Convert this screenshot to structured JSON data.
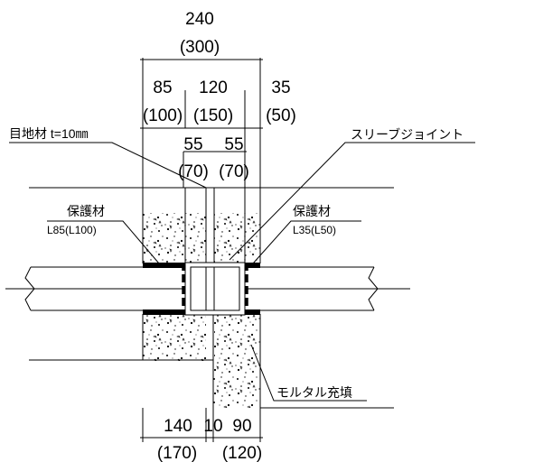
{
  "dimensions": {
    "total": "240",
    "total_alt": "(300)",
    "top_left": "85",
    "top_left_alt": "(100)",
    "top_mid": "120",
    "top_mid_alt": "(150)",
    "top_right": "35",
    "top_right_alt": "(50)",
    "gap_left": "55",
    "gap_left_alt": "(70)",
    "gap_right": "55",
    "gap_right_alt": "(70)",
    "bottom_left": "140",
    "bottom_left_alt": "(170)",
    "bottom_mid": "10",
    "bottom_right": "90",
    "bottom_right_alt": "(120)"
  },
  "labels": {
    "joint_filler": "目地材 t=10㎜",
    "sleeve_joint": "スリーブジョイント",
    "protector_left": "保護材",
    "protector_left_size": "L85(L100)",
    "protector_right": "保護材",
    "protector_right_size": "L35(L50)",
    "mortar": "モルタル充填"
  }
}
